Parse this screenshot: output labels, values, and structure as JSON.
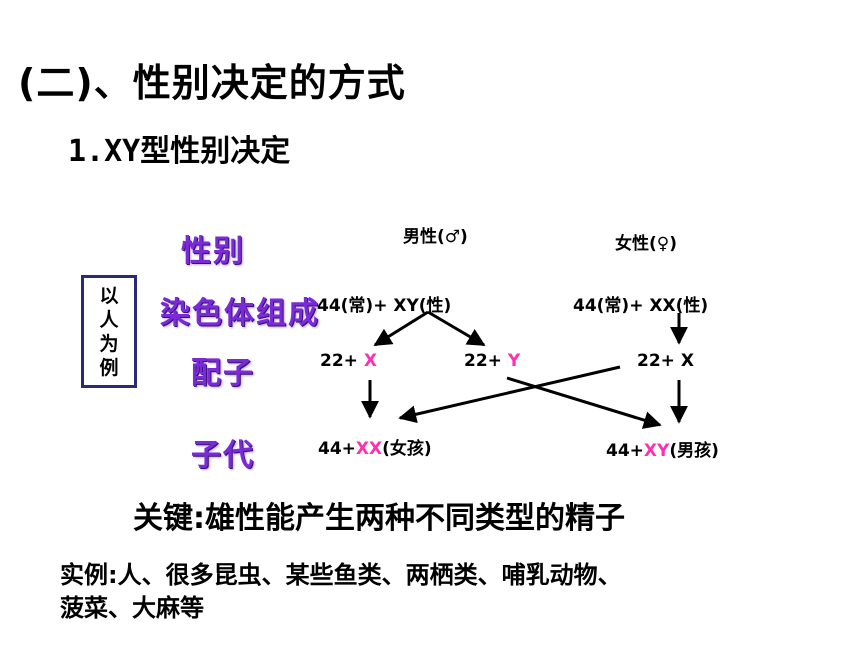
{
  "title": "(二)、性别决定的方式",
  "subtitle": {
    "num": "1.XY",
    "text": "型性别决定"
  },
  "row_labels": {
    "sex": "性别",
    "chromosome": "染色体组成",
    "gamete": "配子",
    "offspring": "子代"
  },
  "example_box": [
    "以",
    "人",
    "为",
    "例"
  ],
  "male": {
    "label": "男性(♂)",
    "chromosomes": "44(常)+ XY(性)",
    "gamete_x_prefix": "22+ ",
    "gamete_x": "X",
    "gamete_y_prefix": "22+ ",
    "gamete_y": "Y"
  },
  "female": {
    "label": "女性(♀)",
    "chromosomes": "44(常)+ XX(性)",
    "gamete": "22+ X"
  },
  "offspring": {
    "girl_prefix": "44+",
    "girl_sex": "XX",
    "girl_suffix": "(女孩)",
    "boy_prefix": "44+",
    "boy_sex": "XY",
    "boy_suffix": "(男孩)"
  },
  "key_point": "关键:雄性能产生两种不同类型的精子",
  "examples": {
    "line1": "实例:人、很多昆虫、某些鱼类、两栖类、哺乳动物、",
    "line2": "菠菜、大麻等"
  },
  "colors": {
    "label_purple": "#7a2bd6",
    "highlight": "#ff2fb0",
    "box_border": "#2a2a7a"
  }
}
